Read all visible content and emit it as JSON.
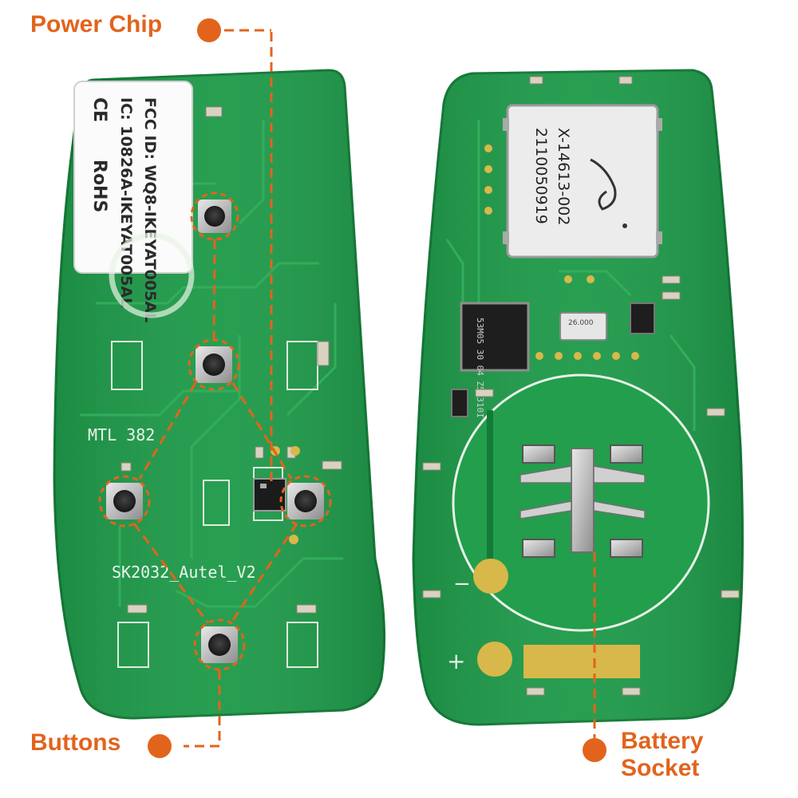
{
  "callouts": {
    "power_chip": "Power Chip",
    "buttons": "Buttons",
    "battery_line1": "Battery",
    "battery_line2": "Socket"
  },
  "left_board": {
    "sticker_line1": "FCC ID: WQ8-IKEYAT005AL",
    "sticker_line2": "IC: 10826A-IKEYAT005AL",
    "sticker_line3": "CE",
    "sticker_line4": "RoHS",
    "silk_mtl": "MTL 382",
    "silk_model": "SK2032_Autel_V2"
  },
  "right_board": {
    "module_line1": "X-14613-002",
    "module_line2": "2110050919",
    "chip_text": "53M05 30 04 Z57310I",
    "crystal_text": "26.000",
    "minus_sign": "−",
    "plus_sign": "+"
  },
  "colors": {
    "accent": "#e2641c",
    "pcb": "#1f9a4a",
    "pcb_dark": "#137a37",
    "pad": "#d8b84a"
  },
  "icons": [
    "key-button-icon",
    "chip-icon",
    "battery-contact-icon",
    "callout-dot-icon"
  ]
}
